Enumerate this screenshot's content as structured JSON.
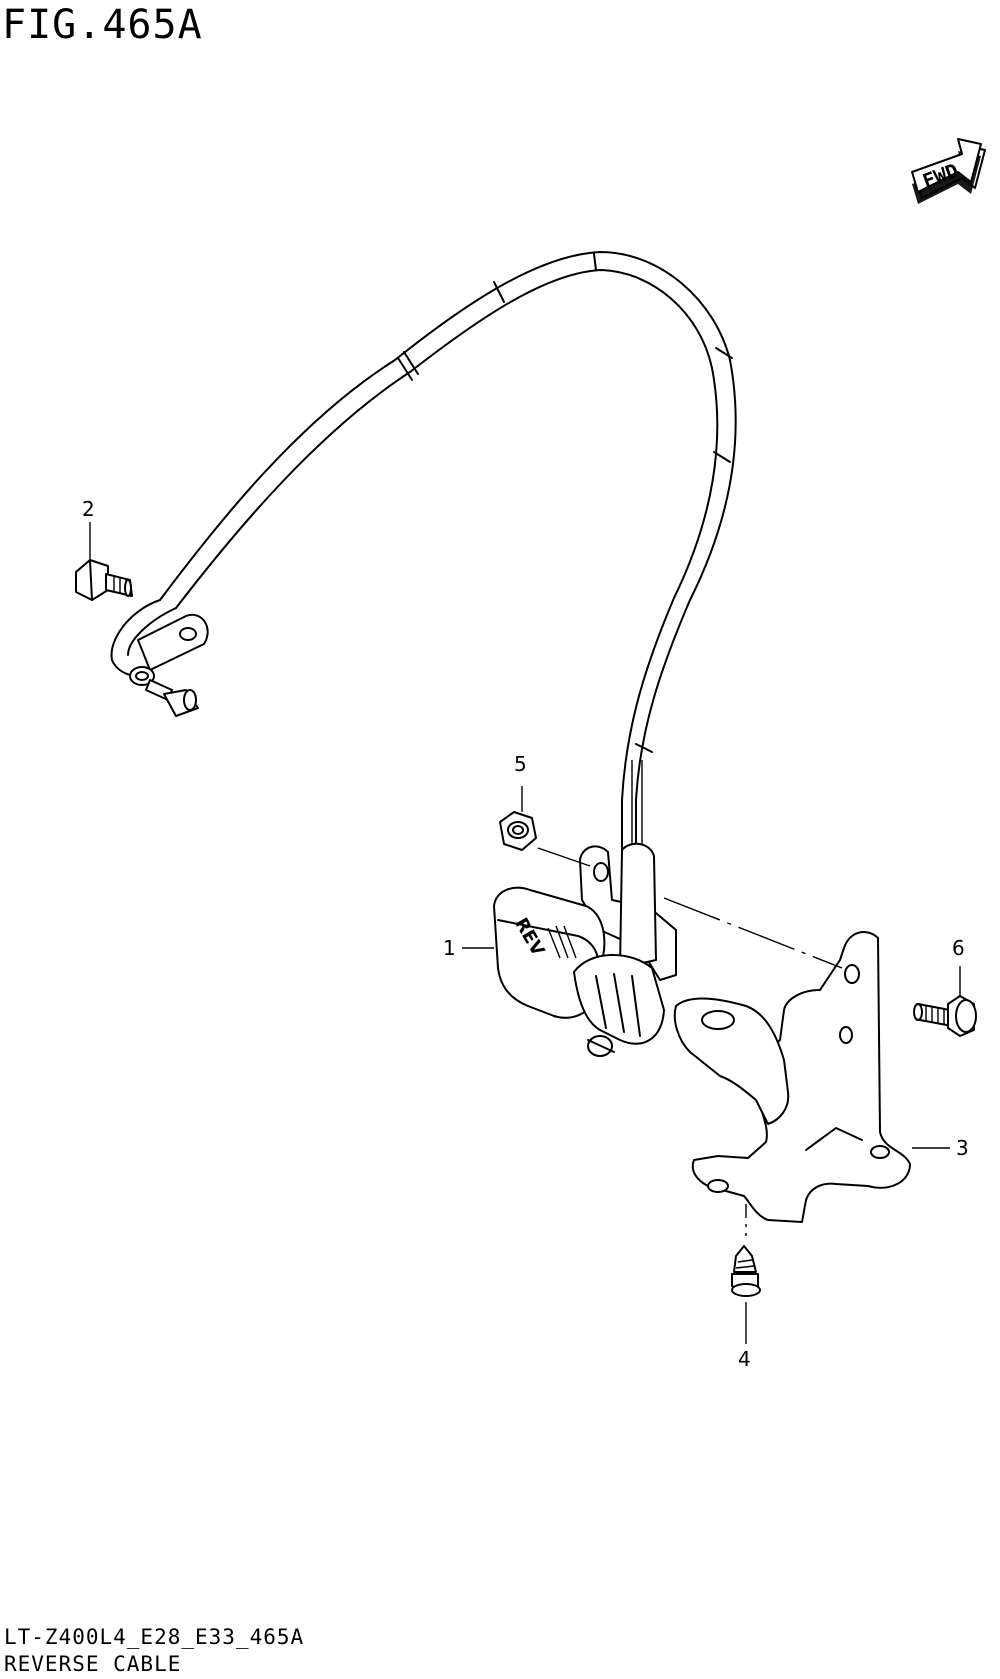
{
  "figure": {
    "title": "FIG.465A",
    "model_code": "LT-Z400L4_E28_E33_465A",
    "group_name": "REVERSE CABLE"
  },
  "direction_badge": {
    "label": "FWD",
    "icon": "forward-arrow-icon"
  },
  "callouts": [
    {
      "number": "1",
      "part": "reverse-lever-assembly"
    },
    {
      "number": "2",
      "part": "bolt"
    },
    {
      "number": "3",
      "part": "bracket"
    },
    {
      "number": "4",
      "part": "screw"
    },
    {
      "number": "5",
      "part": "nut"
    },
    {
      "number": "6",
      "part": "bolt"
    }
  ],
  "lever_marking": "REV"
}
